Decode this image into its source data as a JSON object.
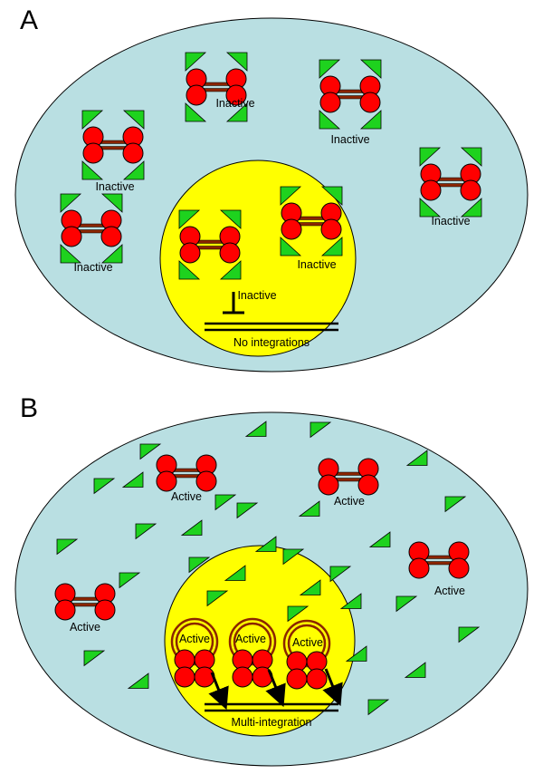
{
  "panels": [
    {
      "letter": "A",
      "labels": {
        "complex_1": "Inactive",
        "complex_2": "Inactive",
        "complex_3": "Inactive",
        "complex_4": "Inactive",
        "complex_5": "Inactive",
        "complex_6": "Inactive",
        "complex_7": "Inactive",
        "complex_8": "Inactive",
        "dna": "No integrations"
      }
    },
    {
      "letter": "B",
      "labels": {
        "complex_1": "Active",
        "complex_2": "Active",
        "complex_3": "Active",
        "complex_4": "Active",
        "dna_complex_1": "Active",
        "dna_complex_2": "Active",
        "dna_complex_3": "Active",
        "dna": "Multi-integration"
      }
    }
  ],
  "colors": {
    "cell": "#b9dfe2",
    "nucleus": "#ffff00",
    "subunit": "#ff0000",
    "linker": "#8b2500",
    "inhibitor": "#1ed21e",
    "dna": "#000000"
  }
}
